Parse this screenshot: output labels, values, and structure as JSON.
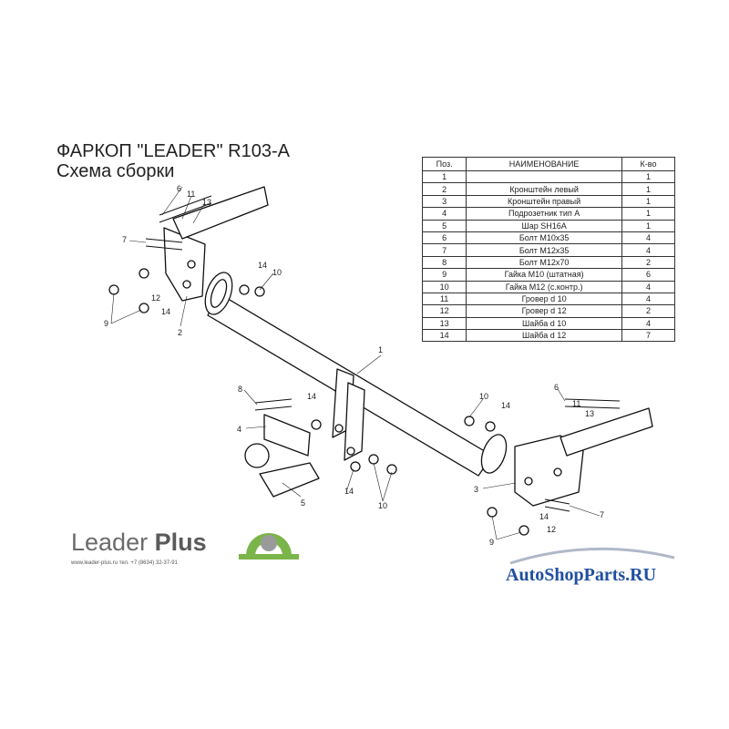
{
  "title": {
    "line1": "ФАРКОП \"LEADER\" R103-A",
    "line2": "Схема сборки"
  },
  "table": {
    "headers": [
      "Поз.",
      "НАИМЕНОВАНИЕ",
      "К-во"
    ],
    "rows": [
      [
        "1",
        "",
        "1"
      ],
      [
        "2",
        "Кронштейн левый",
        "1"
      ],
      [
        "3",
        "Кронштейн правый",
        "1"
      ],
      [
        "4",
        "Подрозетник тип А",
        "1"
      ],
      [
        "5",
        "Шар SH16A",
        "1"
      ],
      [
        "6",
        "Болт М10х35",
        "4"
      ],
      [
        "7",
        "Болт М12х35",
        "4"
      ],
      [
        "8",
        "Болт М12х70",
        "2"
      ],
      [
        "9",
        "Гайка М10 (штатная)",
        "6"
      ],
      [
        "10",
        "Гайка М12 (с.контр.)",
        "4"
      ],
      [
        "11",
        "Гровер d 10",
        "4"
      ],
      [
        "12",
        "Гровер d 12",
        "2"
      ],
      [
        "13",
        "Шайба d 10",
        "4"
      ],
      [
        "14",
        "Шайба d 12",
        "7"
      ]
    ]
  },
  "callouts": {
    "n1": "1",
    "n2": "2",
    "n3": "3",
    "n4": "4",
    "n5": "5",
    "n6": "6",
    "n7": "7",
    "n8": "8",
    "n9": "9",
    "n10": "10",
    "n11": "11",
    "n12": "12",
    "n13": "13",
    "n14": "14"
  },
  "logo": {
    "name_light": "Leader ",
    "name_bold": "Plus",
    "contacts": "www.leader-plus.ru     тел. +7 (8634) 32-37-91"
  },
  "watermark": "AutoShopParts.RU",
  "colors": {
    "logo_green": "#7bb54a",
    "watermark_blue": "#1f4fa0",
    "watermark_red": "#d2232a"
  }
}
